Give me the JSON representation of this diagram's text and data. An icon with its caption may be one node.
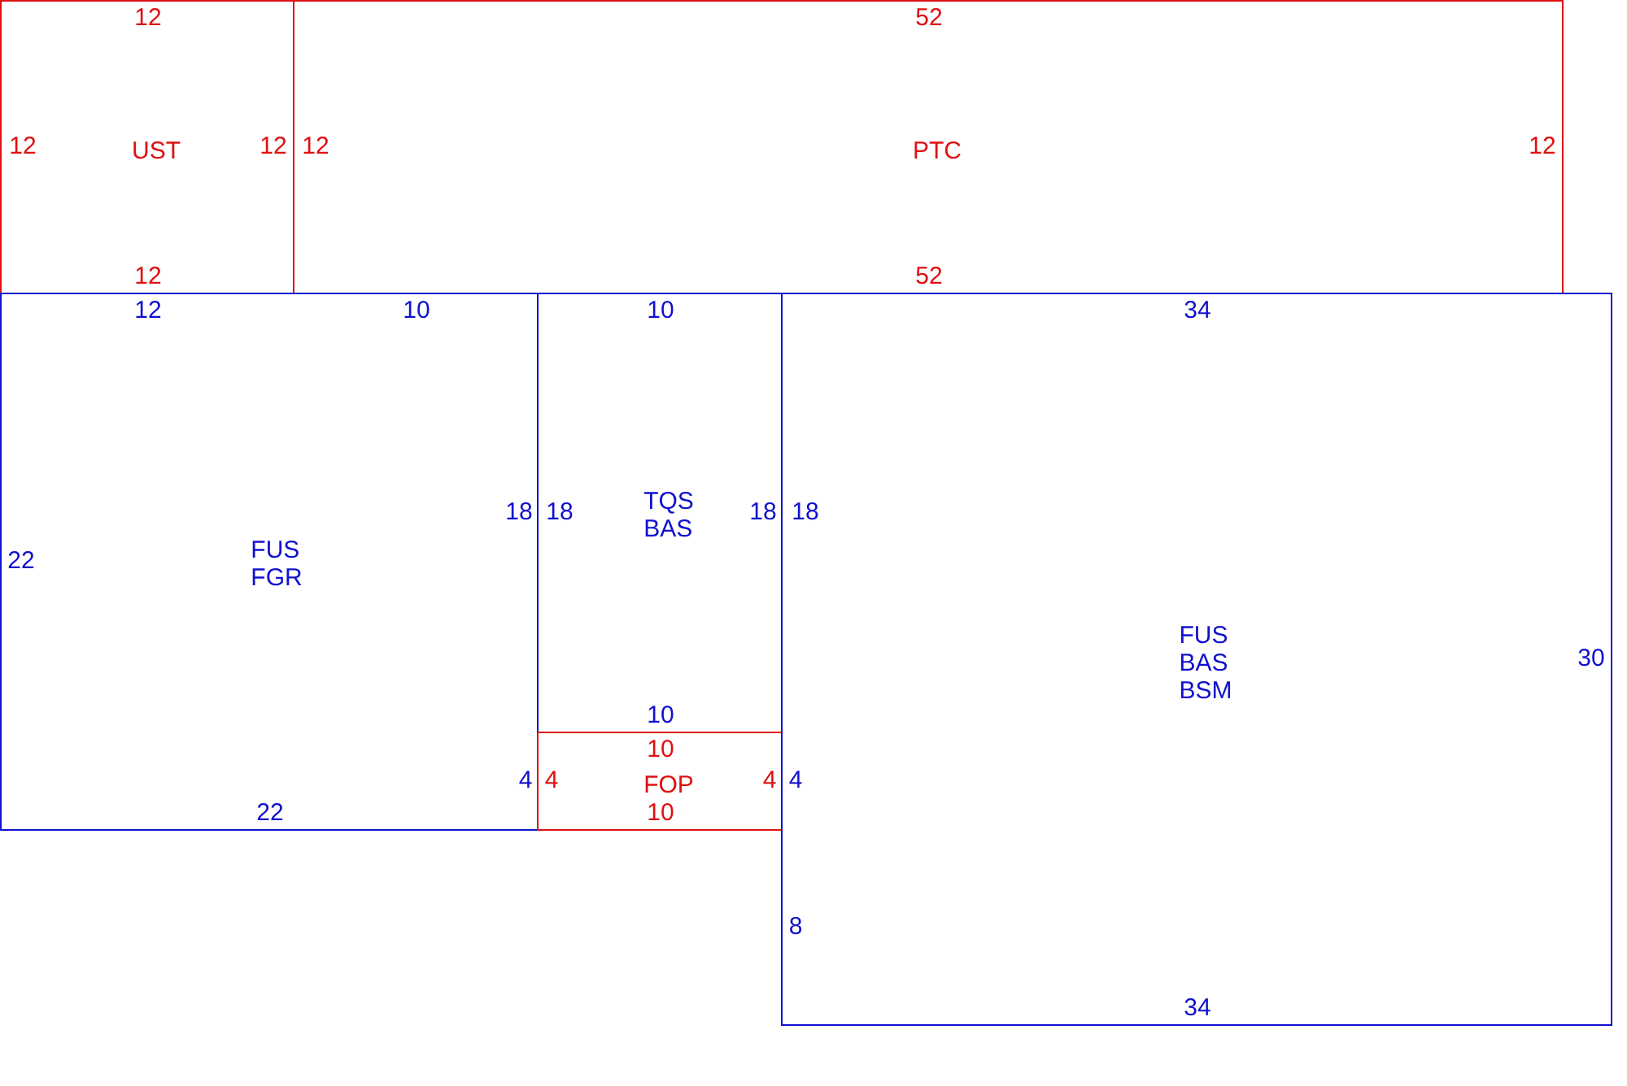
{
  "diagram": {
    "nodes": [
      {
        "text": [
          "UST",
          "12",
          "12",
          "12",
          "12"
        ]
      },
      {
        "text": [
          "PTC",
          "52",
          "12",
          "12",
          "52"
        ]
      },
      {
        "text": [
          "FUS",
          "FGR",
          "12",
          "10",
          "22",
          "18",
          "4",
          "22"
        ]
      },
      {
        "text": [
          "TQS",
          "BAS",
          "10",
          "18",
          "18",
          "10"
        ]
      },
      {
        "text": [
          "FOP",
          "10",
          "4",
          "4",
          "10"
        ]
      },
      {
        "text": [
          "FUS",
          "BAS",
          "BSM",
          "34",
          "18",
          "4",
          "8",
          "30",
          "34"
        ]
      }
    ]
  }
}
